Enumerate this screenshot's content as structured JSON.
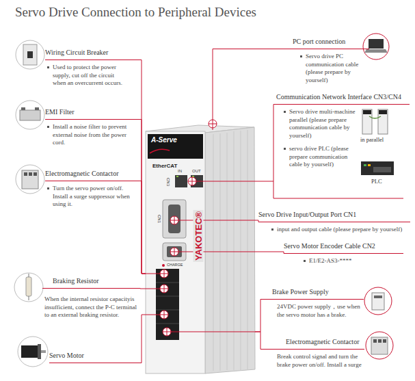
{
  "diagram": {
    "title": "Servo Drive Connection to Peripheral Devices",
    "nodes": [
      {
        "text": [
          "Wiring Circuit Breaker",
          "Used to protect the power supply, cut off the circuit when an overcurrent occurs."
        ]
      },
      {
        "text": [
          "EMI Filter",
          "Install a noise filter to prevent external noise from the power cord."
        ]
      },
      {
        "text": [
          "Electromagnetic Contactor",
          "Turn the servo power on/off. Install a surge suppressor when using it."
        ]
      },
      {
        "text": [
          "Braking Resistor",
          "When the internal resistor capacityis insufficient, connect the P-C terminal to an external braking resistor."
        ]
      },
      {
        "text": [
          "Servo Motor"
        ]
      },
      {
        "text": [
          "PC port connection",
          "Servo drive PC communication cable (please prepare by yourself)"
        ]
      },
      {
        "text": [
          "Communication Network Interface CN3/CN4",
          "Servo drive multi-machine parallel (please prepare communication cable by yourself)",
          "servo drive PLC (please prepare communication cable by yourself)"
        ]
      },
      {
        "text": [
          "Servo Drive Input/Output Port CN1",
          "input and output cable (please prepare by yourself)"
        ]
      },
      {
        "text": [
          "Servo Motor Encoder Cable CN2",
          "E1/E2-AS3-****"
        ]
      },
      {
        "text": [
          "Brake Power Supply",
          "24VDC power supply，use when the servo motor has a brake."
        ]
      },
      {
        "text": [
          "Electromagnetic Contactor",
          "Break control signal and turn the brake power on/off. Install a surge"
        ]
      },
      {
        "text": [
          "A-Serve",
          "EtherCAT",
          "YAKOTEC®"
        ]
      }
    ],
    "edges": [
      {
        "from": 0,
        "to": 11,
        "arrow": "none"
      },
      {
        "from": 1,
        "to": 11,
        "arrow": "none"
      },
      {
        "from": 2,
        "to": 11,
        "arrow": "none"
      },
      {
        "from": 3,
        "to": 11,
        "arrow": "none"
      },
      {
        "from": 4,
        "to": 11,
        "arrow": "none"
      },
      {
        "from": 5,
        "to": 11,
        "arrow": "none"
      },
      {
        "from": 6,
        "to": 11,
        "arrow": "none"
      },
      {
        "from": 7,
        "to": 11,
        "arrow": "none"
      },
      {
        "from": 8,
        "to": 11,
        "arrow": "none"
      },
      {
        "from": 9,
        "to": 11,
        "arrow": "none"
      },
      {
        "from": 10,
        "to": 11,
        "arrow": "none"
      }
    ],
    "labels": [
      "in parallel",
      "PLC",
      "IN",
      "OUT",
      "CN3",
      "CN1",
      "CHARGE"
    ]
  }
}
